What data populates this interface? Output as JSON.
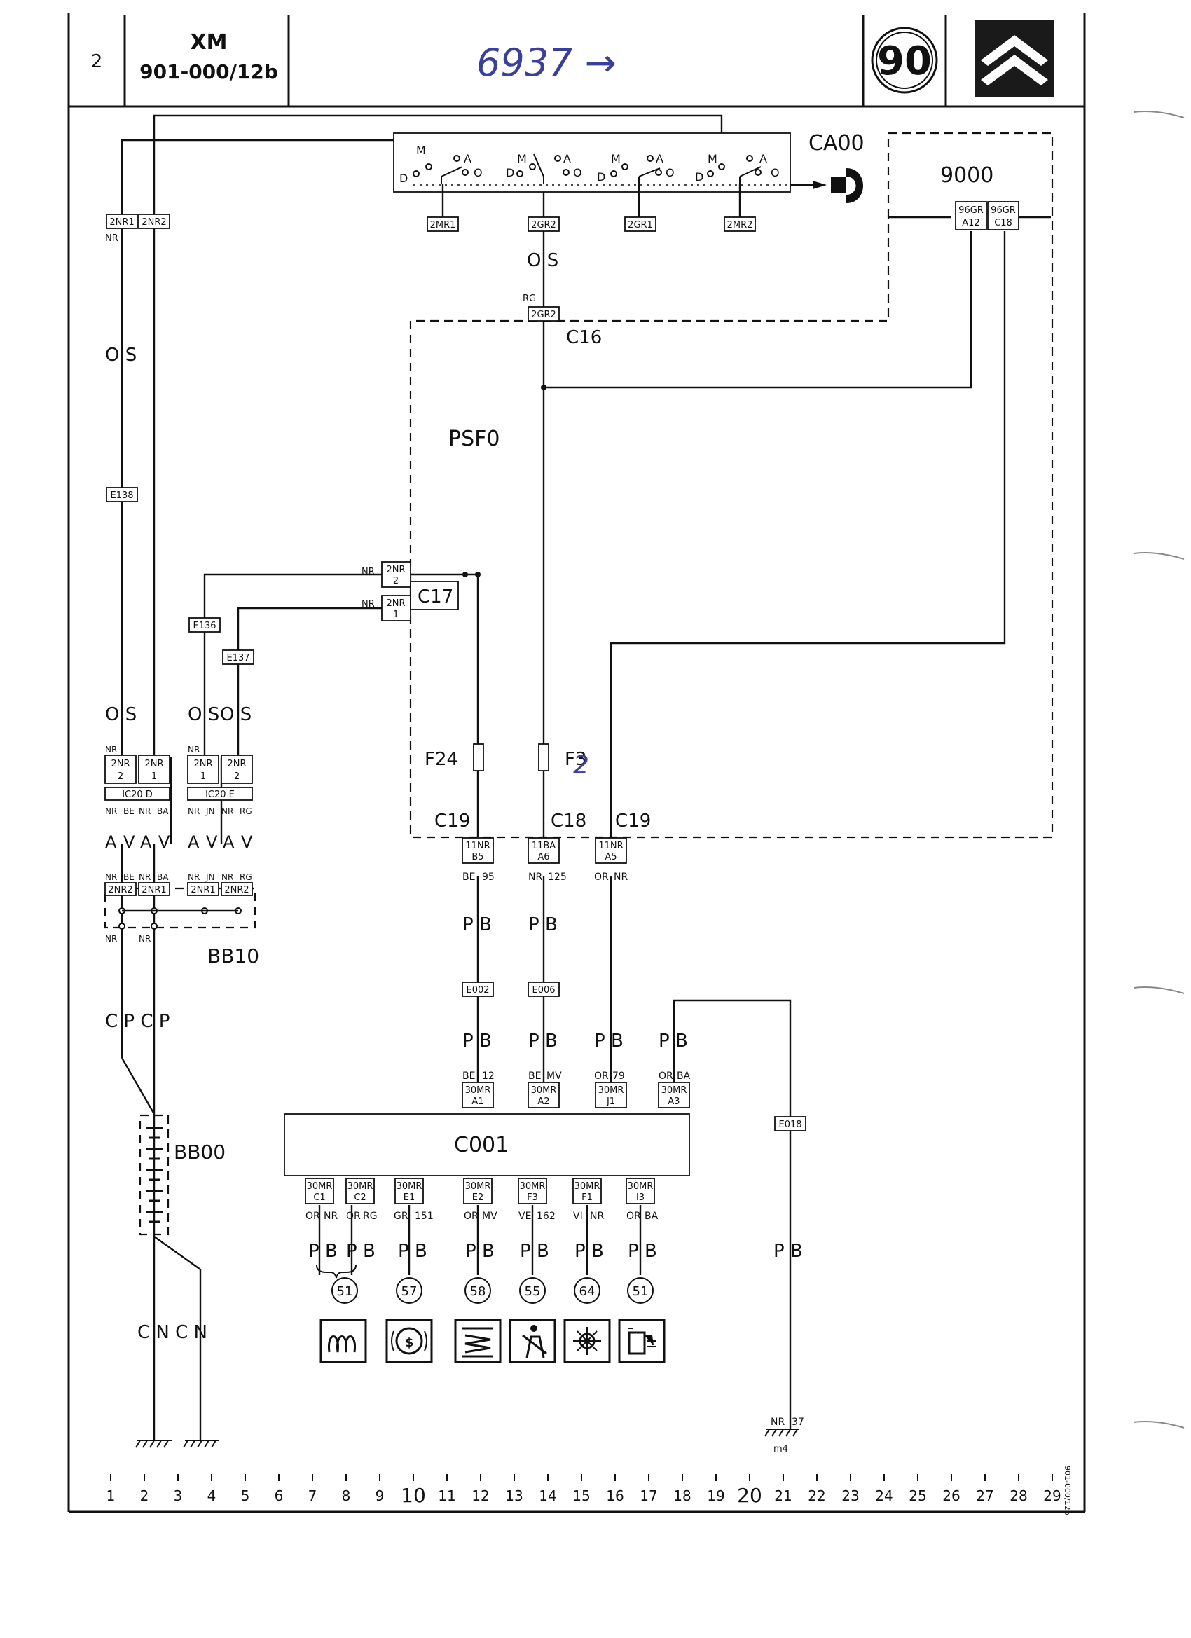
{
  "header": {
    "sheet_number": "2",
    "model": "XM",
    "document_code": "901-000/12b",
    "handwritten_note": "6937 →",
    "page_badge": "90"
  },
  "components": {
    "ignition_switch": "CA00",
    "ecu": "9000",
    "psf": "PSF0",
    "bb10": "BB10",
    "battery": "BB00",
    "dashboard": "C001",
    "c16": "C16",
    "c17": "C17",
    "c18": "C18",
    "c19": "C19",
    "fuse_f24": "F24",
    "fuse_f3": "F3",
    "fuse_f3_handwritten": "2"
  },
  "switch": {
    "letters": [
      "M",
      "A",
      "D",
      "O",
      "M",
      "A",
      "D",
      "O",
      "M",
      "A",
      "D",
      "O",
      "M",
      "A",
      "D",
      "O"
    ],
    "connectors": [
      "2MR1",
      "2GR2",
      "2GR1",
      "2MR2"
    ]
  },
  "ecu_pins": [
    {
      "line1": "96GR",
      "line2": "A12"
    },
    {
      "line1": "96GR",
      "line2": "C18"
    }
  ],
  "connectors": {
    "left_top": [
      "2NR1",
      "2NR2"
    ],
    "e138": "E138",
    "e136": "E136",
    "e137": "E137",
    "c16_conn": "2GR2",
    "c17_pins": [
      {
        "line1": "2NR",
        "line2": "2"
      },
      {
        "line1": "2NR",
        "line2": "1"
      }
    ],
    "ic20_d": "IC20 D",
    "ic20_e": "IC20 E",
    "bb10_pins": [
      "2NR2",
      "2NR1",
      "2NR1",
      "2NR2"
    ],
    "c19_b5": {
      "line1": "11NR",
      "line2": "B5"
    },
    "c18_a6": {
      "line1": "11BA",
      "line2": "A6"
    },
    "c19_a5": {
      "line1": "11NR",
      "line2": "A5"
    },
    "e002": "E002",
    "e006": "E006",
    "e018": "E018",
    "dash_in": [
      {
        "line1": "30MR",
        "line2": "A1"
      },
      {
        "line1": "30MR",
        "line2": "A2"
      },
      {
        "line1": "30MR",
        "line2": "J1"
      },
      {
        "line1": "30MR",
        "line2": "A3"
      }
    ],
    "dash_out": [
      {
        "line1": "30MR",
        "line2": "C1"
      },
      {
        "line1": "30MR",
        "line2": "C2"
      },
      {
        "line1": "30MR",
        "line2": "E1"
      },
      {
        "line1": "30MR",
        "line2": "E2"
      },
      {
        "line1": "30MR",
        "line2": "F3"
      },
      {
        "line1": "30MR",
        "line2": "F1"
      },
      {
        "line1": "30MR",
        "line2": "I3"
      }
    ]
  },
  "wire_labels": {
    "os_left": "O S",
    "os_center": "O S",
    "rg": "RG",
    "nr": "NR",
    "os_row": [
      "O S",
      "O S",
      "O S"
    ],
    "ic20_colors": [
      "NR",
      "BE",
      "NR",
      "BA",
      "NR",
      "JN",
      "NR",
      "RG"
    ],
    "av_row": [
      "A",
      "V",
      "A",
      "V",
      "A",
      "V",
      "A",
      "V"
    ],
    "bb10_colors": [
      "NR",
      "BE",
      "NR",
      "BA",
      "NR",
      "JN",
      "NR",
      "RG"
    ],
    "bb10_out": [
      "NR",
      "NR"
    ],
    "cp_row": "C P C P",
    "cn_row": "C N  C N",
    "fuse_out_codes": [
      {
        "color": "BE",
        "num": "95"
      },
      {
        "color": "NR",
        "num": "125"
      },
      {
        "color": "OR",
        "num": "NR"
      }
    ],
    "pb": "P B",
    "dash_in_codes": [
      {
        "color": "BE",
        "num": "12"
      },
      {
        "color": "BE",
        "num": "MV"
      },
      {
        "color": "OR",
        "num": "79"
      },
      {
        "color": "OR",
        "num": "BA"
      }
    ],
    "dash_out_codes": [
      {
        "color": "OR",
        "num": "NR"
      },
      {
        "color": "OR",
        "num": "RG"
      },
      {
        "color": "GR",
        "num": "151"
      },
      {
        "color": "OR",
        "num": "MV"
      },
      {
        "color": "VE",
        "num": "162"
      },
      {
        "color": "VI",
        "num": "NR"
      },
      {
        "color": "OR",
        "num": "BA"
      }
    ],
    "ground_code": {
      "color": "NR",
      "num": "37"
    },
    "ground_label": "m4"
  },
  "references": [
    "51",
    "57",
    "58",
    "55",
    "64",
    "51"
  ],
  "indicator_icons": [
    "preheat-coil-icon",
    "brake-warning-icon",
    "suspension-icon",
    "seatbelt-icon",
    "frost-icon",
    "fuel-level-icon"
  ],
  "scale": {
    "numbers": [
      "1",
      "2",
      "3",
      "4",
      "5",
      "6",
      "7",
      "8",
      "9",
      "10",
      "11",
      "12",
      "13",
      "14",
      "15",
      "16",
      "17",
      "18",
      "19",
      "20",
      "21",
      "22",
      "23",
      "24",
      "25",
      "26",
      "27",
      "28",
      "29"
    ]
  },
  "side_code": "901-000/12b"
}
